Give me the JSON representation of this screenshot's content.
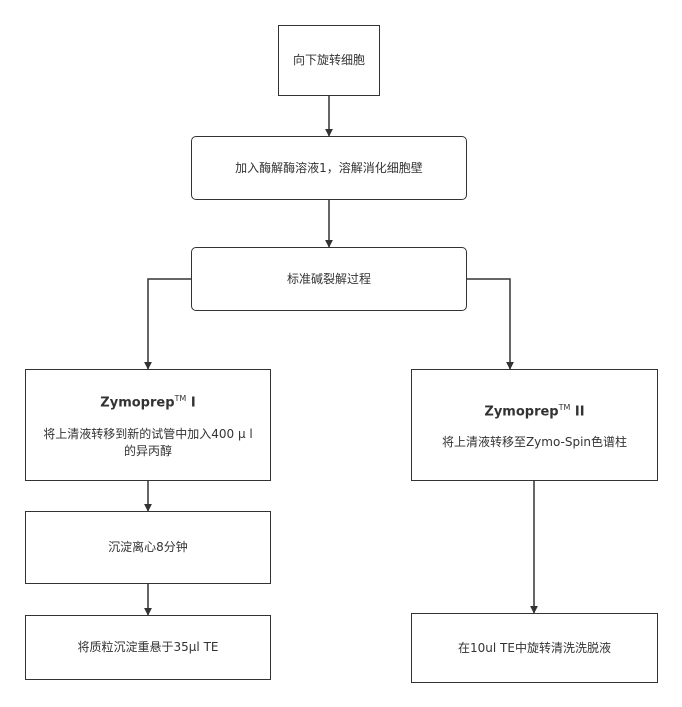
{
  "nodes": {
    "n1": {
      "text": "向下旋转细胞"
    },
    "n2": {
      "text": "加入酶解酶溶液1，溶解消化细胞壁"
    },
    "n3": {
      "text": "标准碱裂解过程"
    },
    "n4": {
      "title": "Zymoprep",
      "tm": "TM",
      "title_suffix": " I",
      "text": "将上清液转移到新的试管中加入400 μ l 的异丙醇"
    },
    "n5": {
      "title": "Zymoprep",
      "tm": "TM",
      "title_suffix": " II",
      "text": "将上清液转移至Zymo-Spin色谱柱"
    },
    "n6": {
      "text": "沉淀离心8分钟"
    },
    "n7": {
      "text": "将质粒沉淀重悬于35μl TE"
    },
    "n8": {
      "text": "在10ul TE中旋转清洗洗脱液"
    }
  }
}
